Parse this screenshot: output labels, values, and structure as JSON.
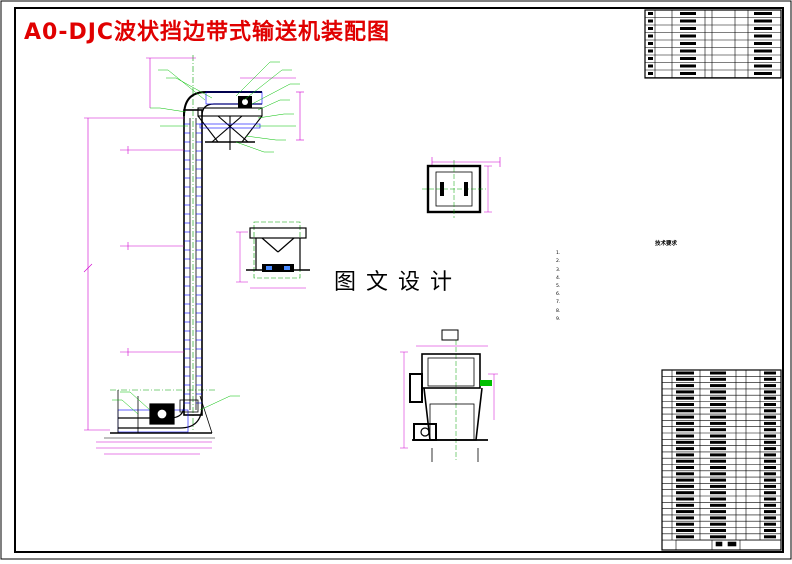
{
  "drawing": {
    "title": "A0-DJC波状挡边带式输送机装配图",
    "watermark": "图文设计",
    "colors": {
      "title": "#e00000",
      "frame": "#000000",
      "dimension": "#d000d0",
      "centerline": "#00a000",
      "leader": "#00c000",
      "blue": "#0000ff",
      "part": "#000000"
    }
  },
  "technical_notes": {
    "heading": "技术要求",
    "items": [
      "1.",
      "2.",
      "3.",
      "4.",
      "5.",
      "6.",
      "7.",
      "8.",
      "9."
    ]
  }
}
